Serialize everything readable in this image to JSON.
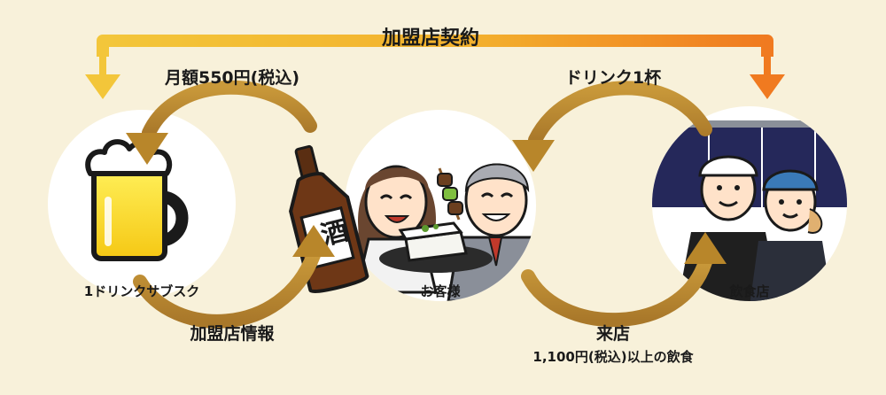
{
  "top_label": "加盟店契約",
  "labels": {
    "monthly_fee": "月額550円(税込)",
    "drink": "ドリンク1杯",
    "shop_info": "加盟店情報",
    "visit": "来店",
    "visit_condition": "1,100円(税込)以上の飲食"
  },
  "nodes": {
    "subscription": "1ドリンクサブスク",
    "customer": "お客様",
    "restaurant": "飲食店"
  },
  "bottle_text": "酒",
  "colors": {
    "background": "#f8f1da",
    "bar_start": "#f3c63a",
    "bar_end": "#f07a20",
    "arrow": "#b8862a",
    "navy": "#25285a"
  }
}
